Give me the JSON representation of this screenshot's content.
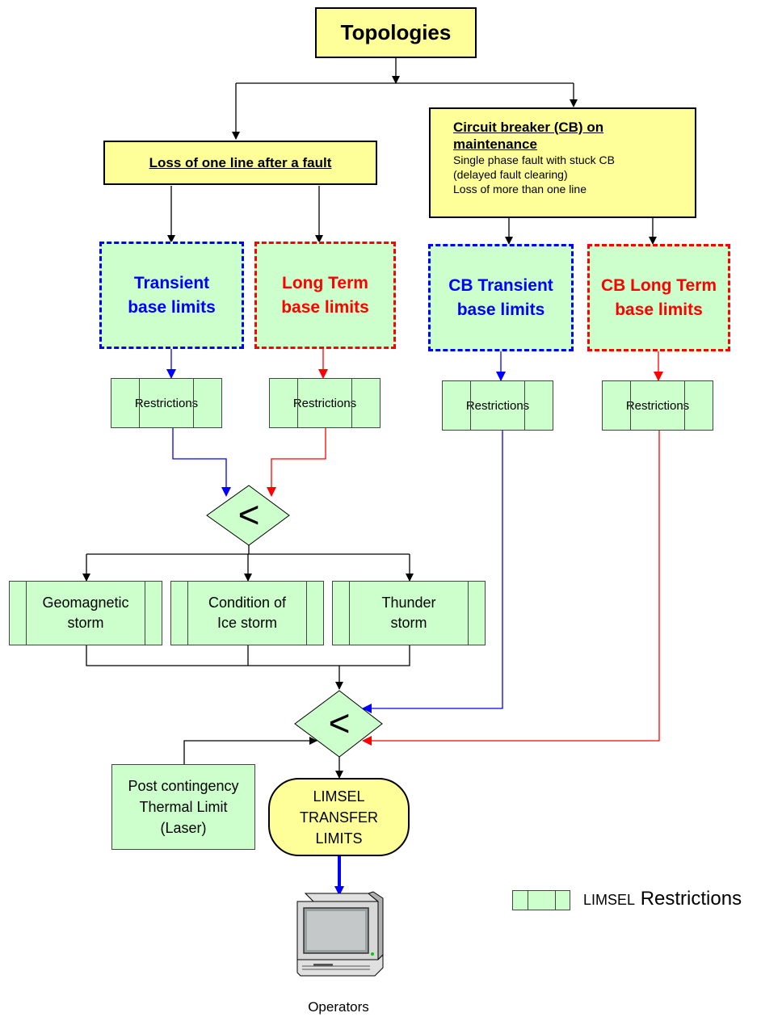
{
  "topologies": "Topologies",
  "branch_left": "Loss of one line after a fault",
  "branch_right": {
    "title_line1": "Circuit breaker (CB) on",
    "title_line2": "maintenance",
    "line1": "Single phase fault with stuck CB",
    "line2": "(delayed fault clearing)",
    "line3": "Loss of more than one line"
  },
  "limits": [
    {
      "line1": "Transient",
      "line2": "base limits",
      "color": "#0000ff"
    },
    {
      "line1": "Long Term",
      "line2": "base limits",
      "color": "#ff0000"
    },
    {
      "line1": "CB Transient",
      "line2": "base limits",
      "color": "#0000ff"
    },
    {
      "line1": "CB Long Term",
      "line2": "base limits",
      "color": "#ff0000"
    }
  ],
  "restrictions_label": "Restrictions",
  "compare_symbol": "<",
  "conditions": [
    {
      "line1": "Geomagnetic",
      "line2": "storm"
    },
    {
      "line1": "Condition of",
      "line2": "Ice storm"
    },
    {
      "line1": "Thunder",
      "line2": "storm"
    }
  ],
  "post_contingency": {
    "line1": "Post contingency",
    "line2": "Thermal Limit",
    "line3": "(Laser)"
  },
  "limsel_output": {
    "line1": "LIMSEL",
    "line2": "TRANSFER",
    "line3": "LIMITS"
  },
  "operators": "Operators",
  "legend": {
    "prefix": "LIMSEL",
    "label": "Restrictions"
  },
  "colors": {
    "yellow": "#ffff99",
    "green": "#ccffcc",
    "blue": "#0000ff",
    "red": "#ff0000"
  },
  "icons": {
    "terminal": "computer-terminal-icon"
  }
}
